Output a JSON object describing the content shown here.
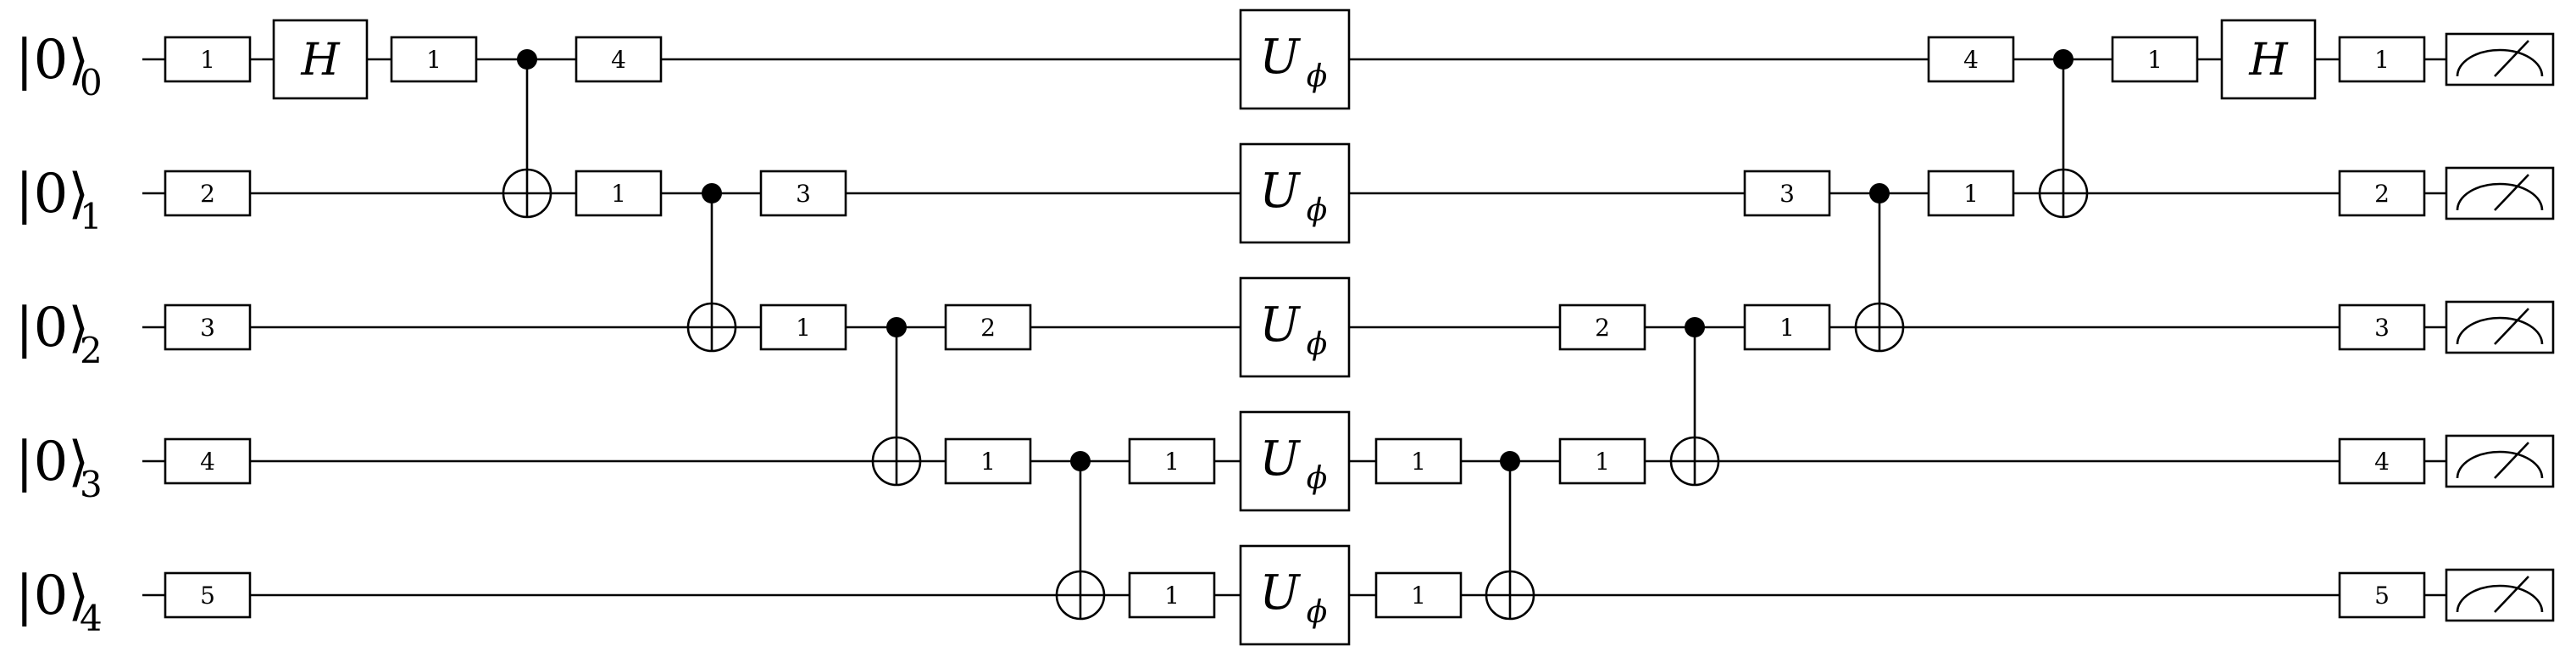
{
  "qubits": [
    {
      "ket": "|0⟩",
      "index": "0"
    },
    {
      "ket": "|0⟩",
      "index": "1"
    },
    {
      "ket": "|0⟩",
      "index": "2"
    },
    {
      "ket": "|0⟩",
      "index": "3"
    },
    {
      "ket": "|0⟩",
      "index": "4"
    }
  ],
  "gate_labels": {
    "hadamard": "H",
    "unitary": "U",
    "unitary_sub": "ϕ"
  },
  "gates": [
    {
      "kind": "box",
      "wire": 0,
      "col": 1,
      "label": "1"
    },
    {
      "kind": "box",
      "wire": 1,
      "col": 1,
      "label": "2"
    },
    {
      "kind": "box",
      "wire": 2,
      "col": 1,
      "label": "3"
    },
    {
      "kind": "box",
      "wire": 3,
      "col": 1,
      "label": "4"
    },
    {
      "kind": "box",
      "wire": 4,
      "col": 1,
      "label": "5"
    },
    {
      "kind": "h",
      "wire": 0,
      "col": 2
    },
    {
      "kind": "box",
      "wire": 0,
      "col": 3,
      "label": "1"
    },
    {
      "kind": "cnot",
      "ctrl": 0,
      "tgt": 1,
      "col": 4
    },
    {
      "kind": "box",
      "wire": 0,
      "col": 5,
      "label": "4"
    },
    {
      "kind": "box",
      "wire": 1,
      "col": 5,
      "label": "1"
    },
    {
      "kind": "cnot",
      "ctrl": 1,
      "tgt": 2,
      "col": 6
    },
    {
      "kind": "box",
      "wire": 1,
      "col": 7,
      "label": "3"
    },
    {
      "kind": "box",
      "wire": 2,
      "col": 7,
      "label": "1"
    },
    {
      "kind": "cnot",
      "ctrl": 2,
      "tgt": 3,
      "col": 8
    },
    {
      "kind": "box",
      "wire": 2,
      "col": 9,
      "label": "2"
    },
    {
      "kind": "box",
      "wire": 3,
      "col": 9,
      "label": "1"
    },
    {
      "kind": "cnot",
      "ctrl": 3,
      "tgt": 4,
      "col": 10
    },
    {
      "kind": "box",
      "wire": 3,
      "col": 11,
      "label": "1"
    },
    {
      "kind": "box",
      "wire": 4,
      "col": 11,
      "label": "1"
    },
    {
      "kind": "u",
      "wire": 0,
      "col": 12
    },
    {
      "kind": "u",
      "wire": 1,
      "col": 12
    },
    {
      "kind": "u",
      "wire": 2,
      "col": 12
    },
    {
      "kind": "u",
      "wire": 3,
      "col": 12
    },
    {
      "kind": "u",
      "wire": 4,
      "col": 12
    },
    {
      "kind": "box",
      "wire": 3,
      "col": 13,
      "label": "1"
    },
    {
      "kind": "box",
      "wire": 4,
      "col": 13,
      "label": "1"
    },
    {
      "kind": "cnot",
      "ctrl": 3,
      "tgt": 4,
      "col": 14
    },
    {
      "kind": "box",
      "wire": 2,
      "col": 15,
      "label": "2"
    },
    {
      "kind": "box",
      "wire": 3,
      "col": 15,
      "label": "1"
    },
    {
      "kind": "cnot",
      "ctrl": 2,
      "tgt": 3,
      "col": 16
    },
    {
      "kind": "box",
      "wire": 1,
      "col": 17,
      "label": "3"
    },
    {
      "kind": "box",
      "wire": 2,
      "col": 17,
      "label": "1"
    },
    {
      "kind": "cnot",
      "ctrl": 1,
      "tgt": 2,
      "col": 18
    },
    {
      "kind": "box",
      "wire": 0,
      "col": 19,
      "label": "4"
    },
    {
      "kind": "box",
      "wire": 1,
      "col": 19,
      "label": "1"
    },
    {
      "kind": "cnot",
      "ctrl": 0,
      "tgt": 1,
      "col": 20
    },
    {
      "kind": "box",
      "wire": 0,
      "col": 21,
      "label": "1"
    },
    {
      "kind": "h",
      "wire": 0,
      "col": 22
    },
    {
      "kind": "box",
      "wire": 0,
      "col": 23,
      "label": "1"
    },
    {
      "kind": "box",
      "wire": 1,
      "col": 23,
      "label": "2"
    },
    {
      "kind": "box",
      "wire": 2,
      "col": 23,
      "label": "3"
    },
    {
      "kind": "box",
      "wire": 3,
      "col": 23,
      "label": "4"
    },
    {
      "kind": "box",
      "wire": 4,
      "col": 23,
      "label": "5"
    },
    {
      "kind": "meter",
      "wire": 0,
      "col": 24
    },
    {
      "kind": "meter",
      "wire": 1,
      "col": 24
    },
    {
      "kind": "meter",
      "wire": 2,
      "col": 24
    },
    {
      "kind": "meter",
      "wire": 3,
      "col": 24
    },
    {
      "kind": "meter",
      "wire": 4,
      "col": 24
    }
  ]
}
